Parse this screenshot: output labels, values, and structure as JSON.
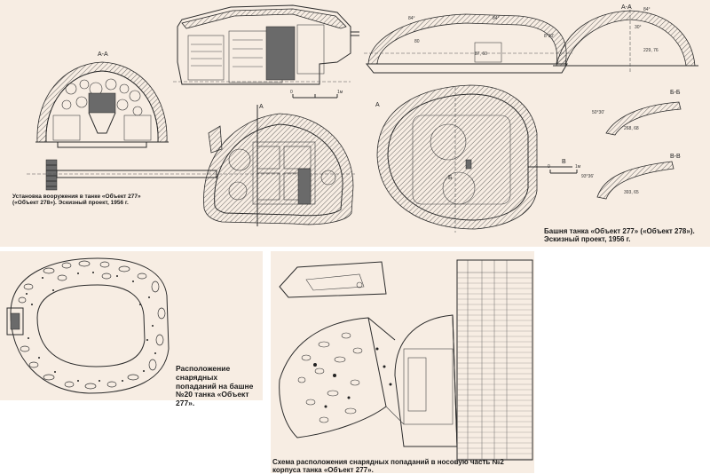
{
  "panels": {
    "armament": {
      "bg": "#f7ede3",
      "caption": "Установка вооружения в танке «Объект 277» («Объект 278»). Эскизный проект, 1956 г.",
      "section_label": "А-А",
      "cut_label": "А",
      "scale_zero": "0",
      "scale_unit": "1м"
    },
    "turret": {
      "bg": "#f7ede3",
      "caption": "Башня танка «Объект 277» («Объект 278»). Эскизный проект, 1956 г.",
      "sections": [
        "А-А",
        "Б-Б",
        "В-В"
      ],
      "cut_labels": [
        "А",
        "Б",
        "В"
      ],
      "dims": [
        "84°",
        "84°",
        "80",
        "8°30'",
        "87, 60",
        "84°",
        "30°",
        "229, 76",
        "50°30'",
        "268, 68",
        "93°36'",
        "393, 65"
      ],
      "scale_zero": "0",
      "scale_unit": "1м"
    },
    "hits": {
      "bg": "#f7ede3",
      "caption": "Расположение снарядных попаданий на башне №20 танка «Объект 277»."
    },
    "hull": {
      "bg": "#f7ede3",
      "caption": "Схема расположения снарядных попаданий в носовую часть №2 корпуса танка «Объект 277»."
    }
  }
}
